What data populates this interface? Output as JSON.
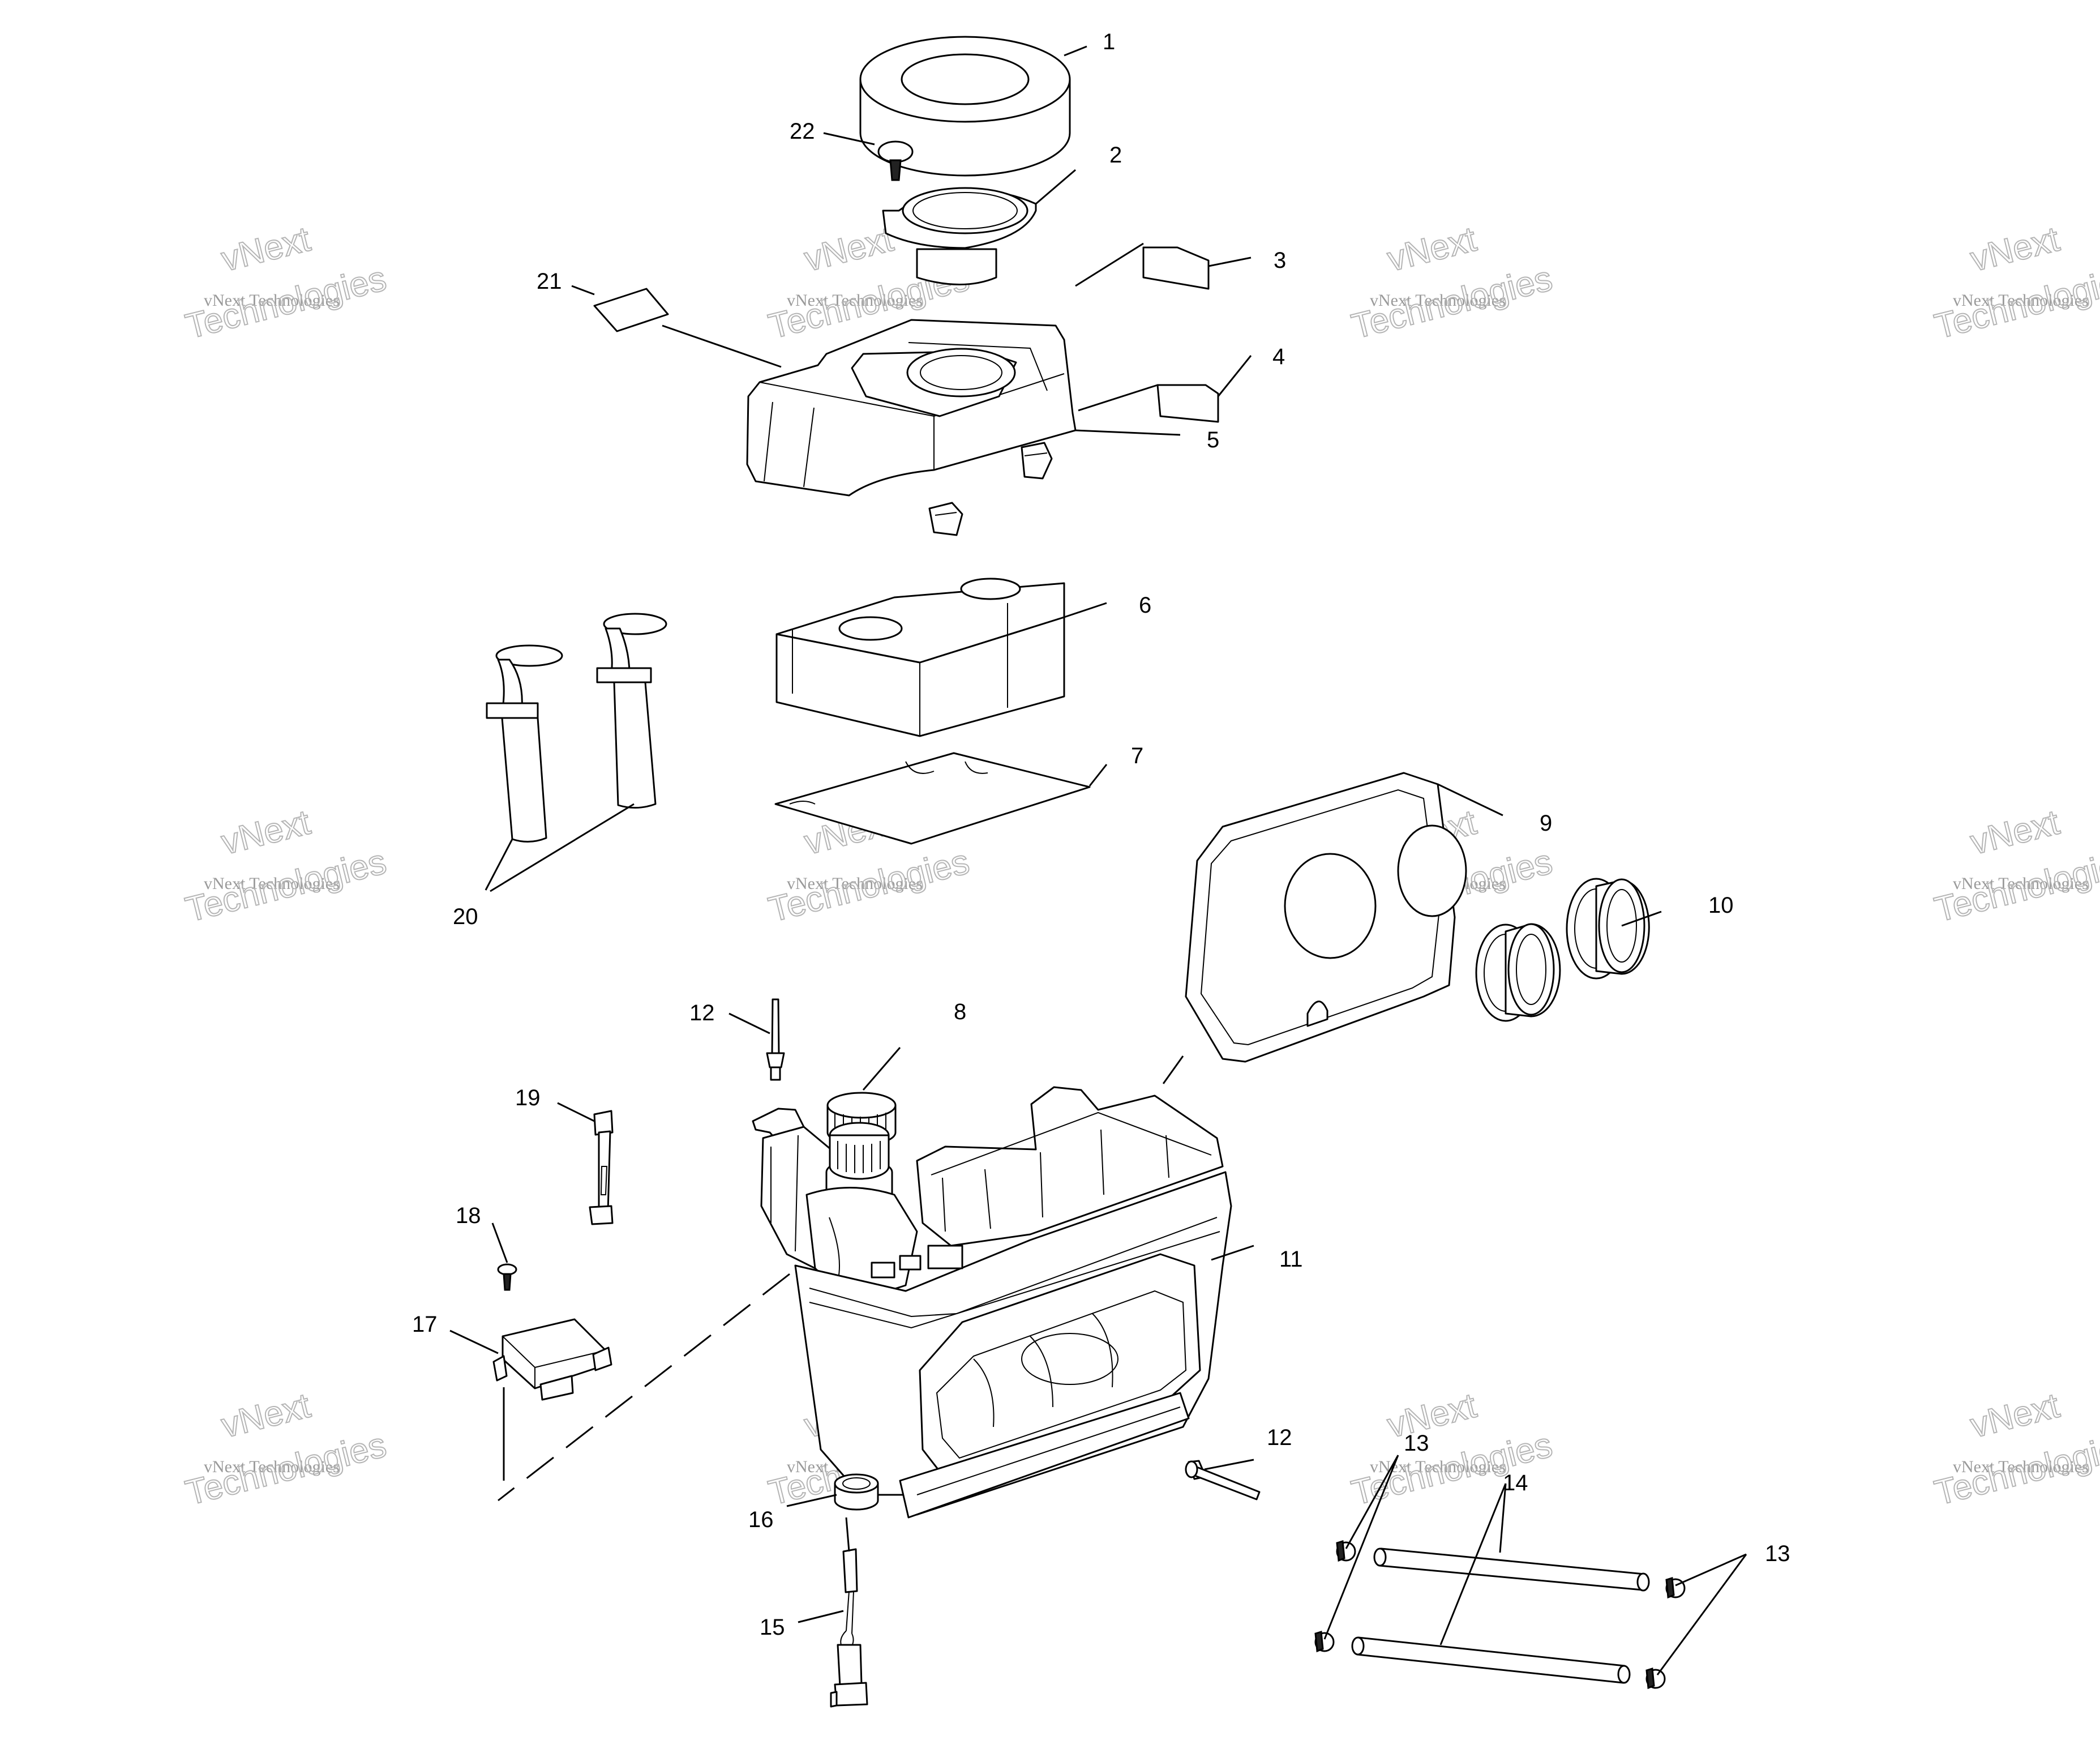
{
  "watermark": {
    "line1": "vNext",
    "line2": "vNext Technologies",
    "line3": "Technologies"
  },
  "callouts": [
    "1",
    "2",
    "3",
    "4",
    "5",
    "6",
    "7",
    "8",
    "9",
    "10",
    "11",
    "12",
    "12",
    "13",
    "13",
    "14",
    "15",
    "16",
    "17",
    "18",
    "19",
    "20",
    "21",
    "22"
  ]
}
